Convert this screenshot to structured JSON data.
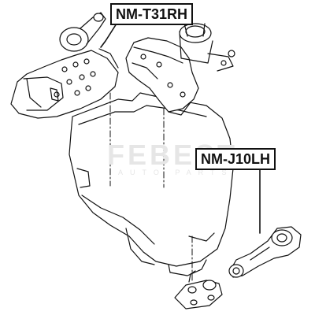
{
  "labels": {
    "top_part_number": "NM-T31RH",
    "right_part_number": "NM-J10LH"
  },
  "watermark": {
    "brand_logo_text": "FEBEST",
    "sub_text": "AUTO PARTS"
  },
  "colors": {
    "line": "#111111",
    "fill": "#ffffff",
    "watermark": "#e6e6e6"
  }
}
